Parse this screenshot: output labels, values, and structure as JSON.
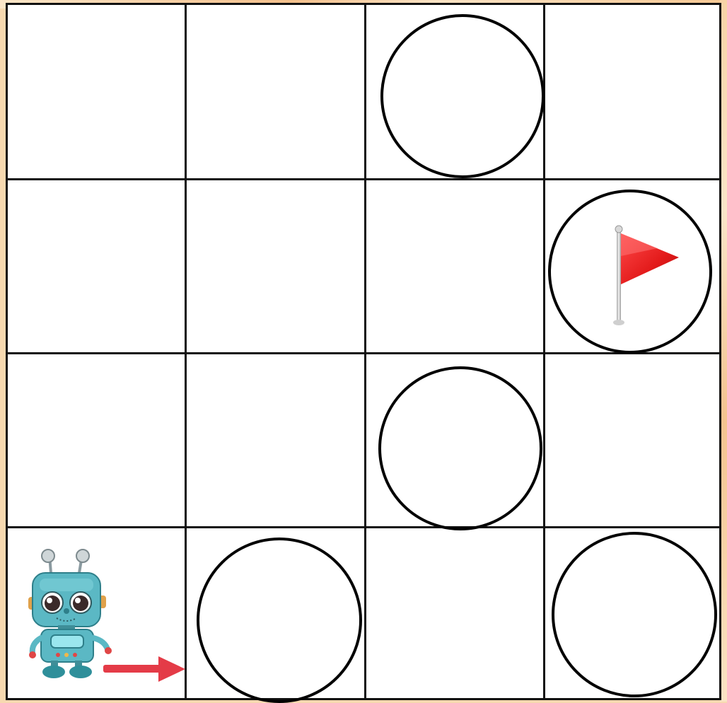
{
  "board": {
    "rows": 4,
    "cols": 4,
    "cells": [
      [
        "empty",
        "empty",
        "circle",
        "empty"
      ],
      [
        "empty",
        "empty",
        "empty",
        "circle-goal"
      ],
      [
        "empty",
        "empty",
        "circle",
        "empty"
      ],
      [
        "robot-start",
        "circle",
        "empty",
        "circle"
      ]
    ]
  },
  "robot": {
    "icon": "robot-icon",
    "facing": "right",
    "colors": {
      "body": "#5bb8c4",
      "eyes": "#3b2a2a",
      "feet": "#2f8f9a"
    }
  },
  "direction_arrow": {
    "icon": "arrow-right-icon",
    "color": "#e43b47"
  },
  "goal_flag": {
    "icon": "red-flag-icon",
    "color": "#e02020",
    "pole": "#cfcfcf"
  },
  "colors": {
    "grid": "#111111",
    "circle_stroke": "#000000",
    "background": "#ffffff"
  }
}
